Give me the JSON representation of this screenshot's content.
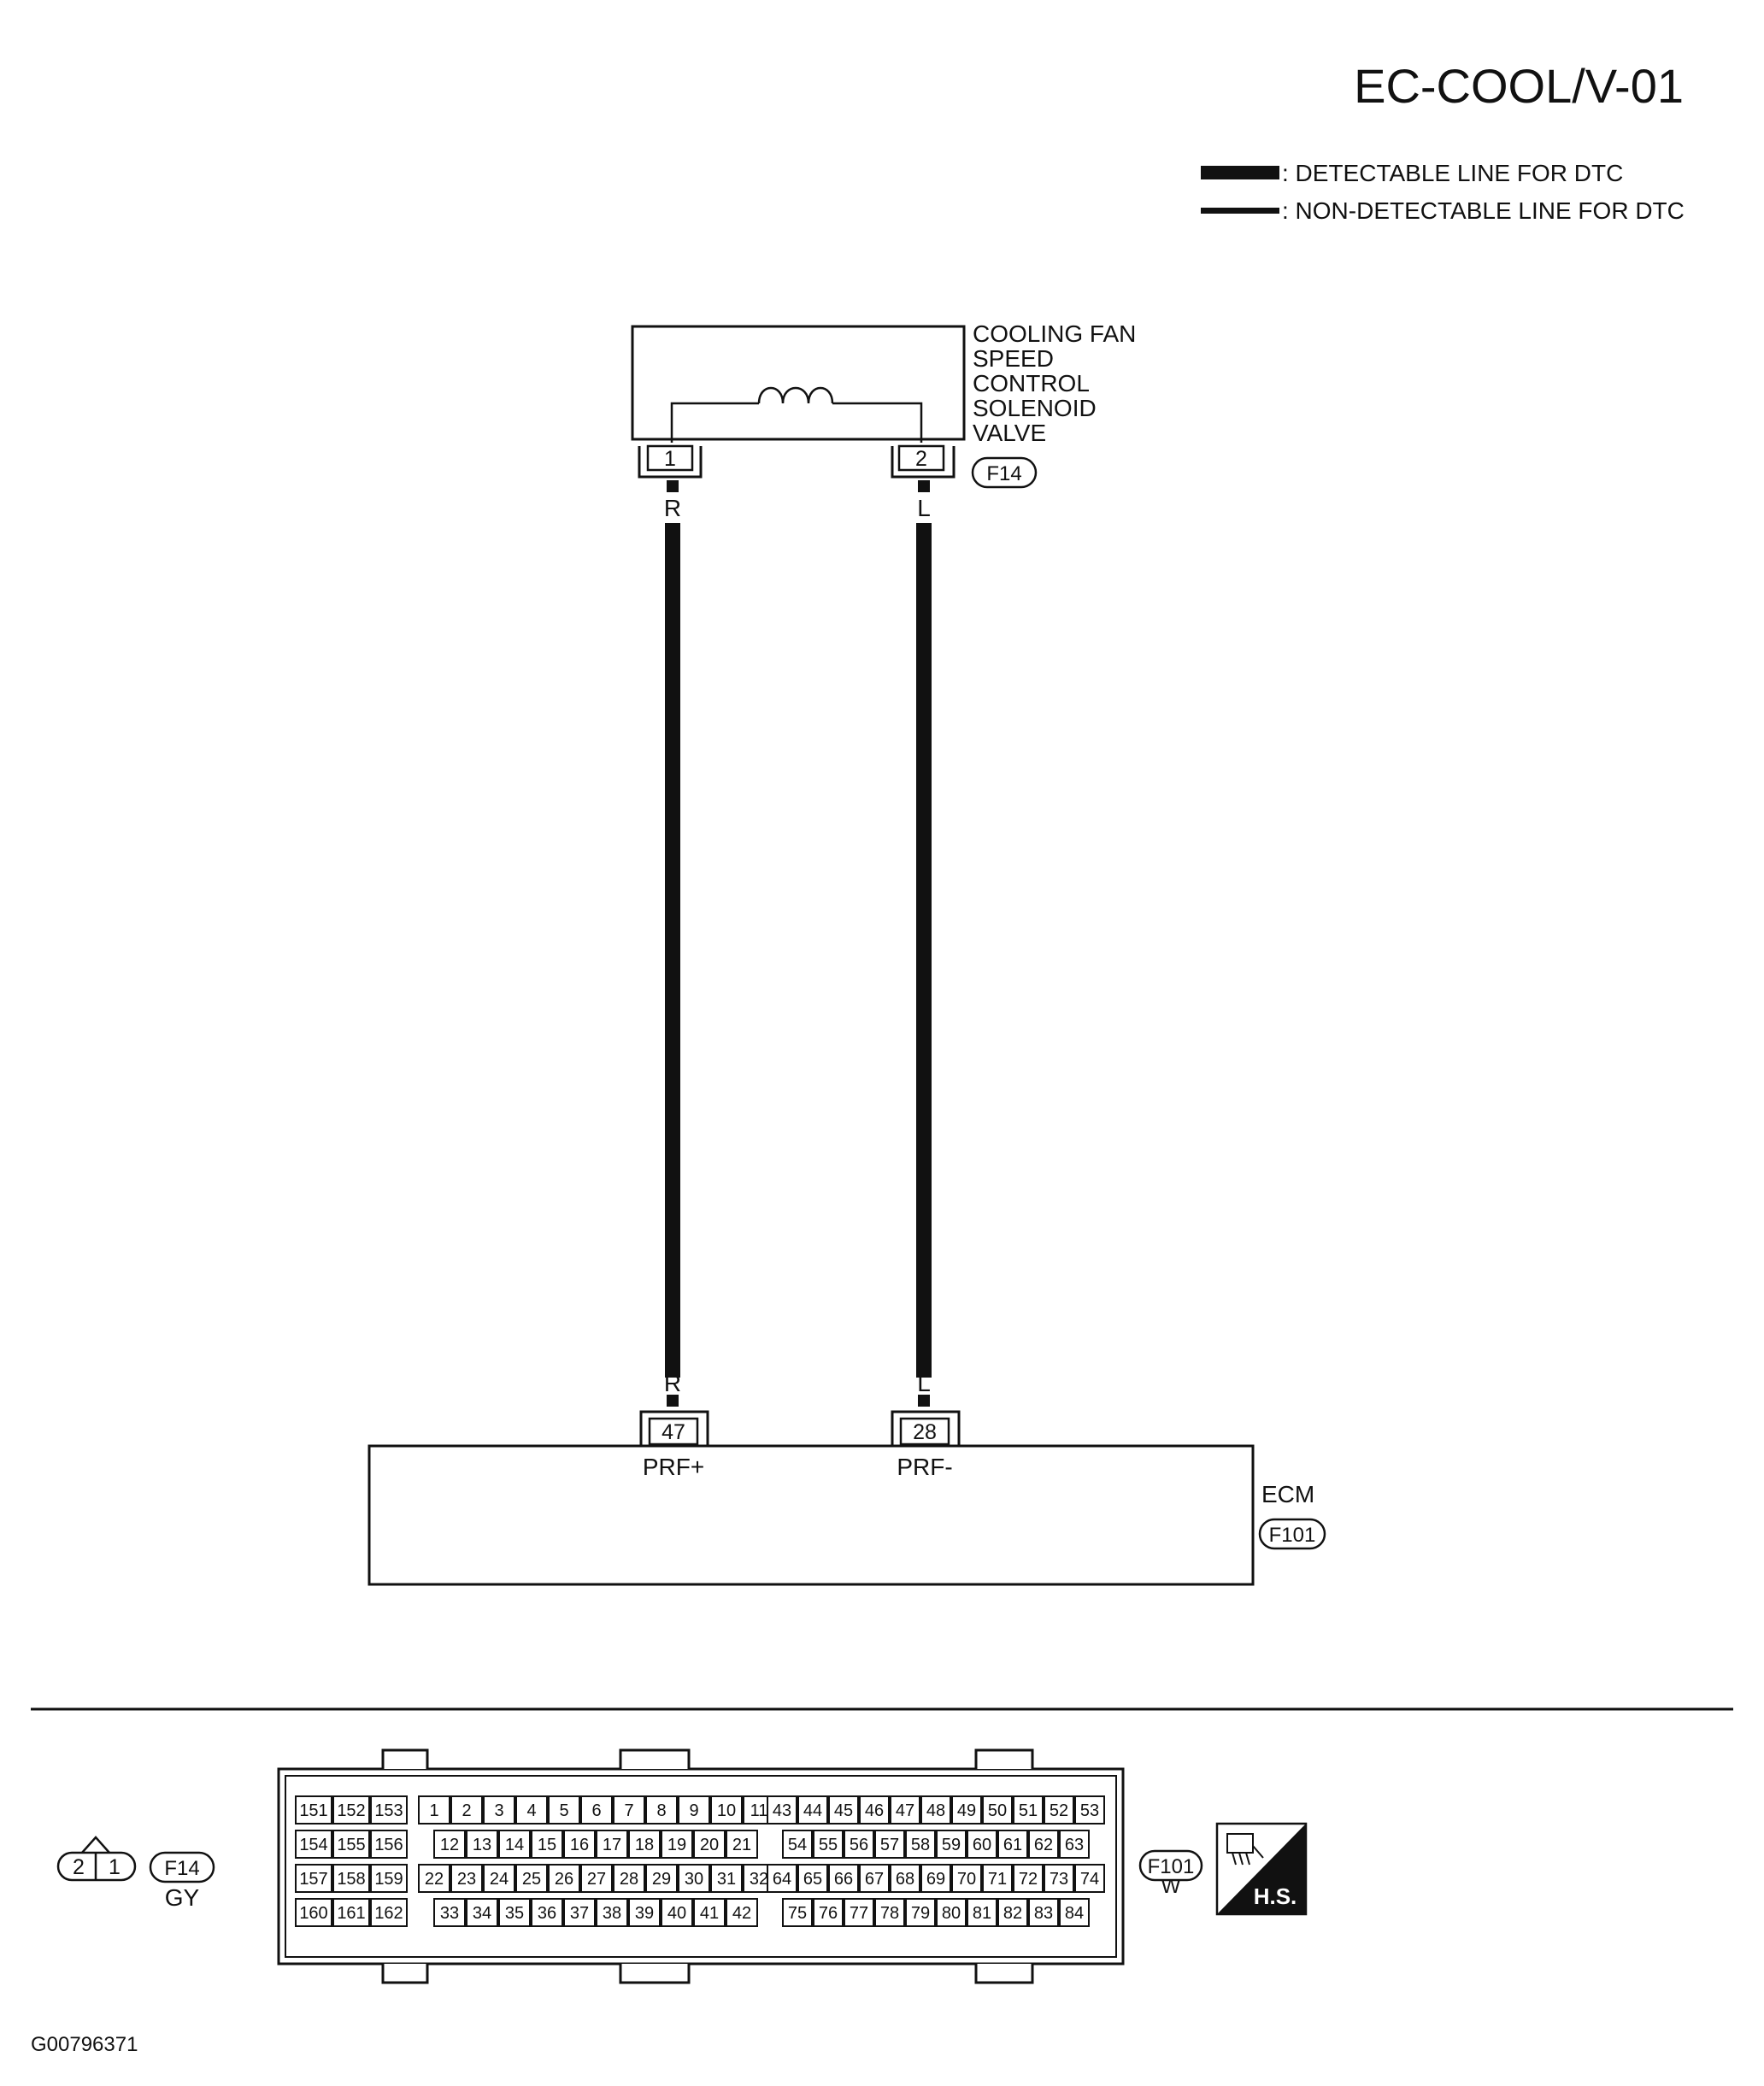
{
  "diagram_code": "EC-COOL/V-01",
  "legend": [
    {
      "line": "thick",
      "text": ": DETECTABLE LINE FOR DTC"
    },
    {
      "line": "thin",
      "text": ": NON-DETECTABLE LINE FOR DTC"
    }
  ],
  "component": {
    "name_lines": [
      "COOLING FAN",
      "SPEED",
      "CONTROL",
      "SOLENOID",
      "VALVE"
    ],
    "connector": "F14",
    "pins": [
      "1",
      "2"
    ]
  },
  "wires": [
    {
      "from_pin": "1",
      "to_pin": "47",
      "color": "R",
      "signal": "PRF+"
    },
    {
      "from_pin": "2",
      "to_pin": "28",
      "color": "L",
      "signal": "PRF-"
    }
  ],
  "ecm": {
    "name": "ECM",
    "connector": "F101"
  },
  "connector_views": {
    "f14": {
      "id": "F14",
      "color": "GY",
      "cavities": [
        "2",
        "1"
      ]
    },
    "f101": {
      "id": "F101",
      "color": "W",
      "left_block": [
        [
          "151",
          "152",
          "153"
        ],
        [
          "154",
          "155",
          "156"
        ],
        [
          "157",
          "158",
          "159"
        ],
        [
          "160",
          "161",
          "162"
        ]
      ],
      "mid_block": [
        [
          "1",
          "2",
          "3",
          "4",
          "5",
          "6",
          "7",
          "8",
          "9",
          "10",
          "11"
        ],
        [
          "12",
          "13",
          "14",
          "15",
          "16",
          "17",
          "18",
          "19",
          "20",
          "21"
        ],
        [
          "22",
          "23",
          "24",
          "25",
          "26",
          "27",
          "28",
          "29",
          "30",
          "31",
          "32"
        ],
        [
          "33",
          "34",
          "35",
          "36",
          "37",
          "38",
          "39",
          "40",
          "41",
          "42"
        ]
      ],
      "right_block": [
        [
          "43",
          "44",
          "45",
          "46",
          "47",
          "48",
          "49",
          "50",
          "51",
          "52",
          "53"
        ],
        [
          "54",
          "55",
          "56",
          "57",
          "58",
          "59",
          "60",
          "61",
          "62",
          "63"
        ],
        [
          "64",
          "65",
          "66",
          "67",
          "68",
          "69",
          "70",
          "71",
          "72",
          "73",
          "74"
        ],
        [
          "75",
          "76",
          "77",
          "78",
          "79",
          "80",
          "81",
          "82",
          "83",
          "84"
        ]
      ]
    }
  },
  "hs_badge": "H.S.",
  "figure_id": "G00796371"
}
